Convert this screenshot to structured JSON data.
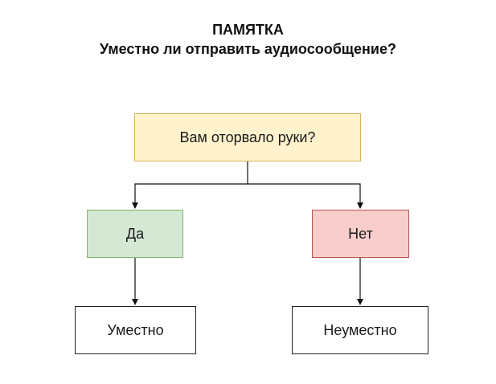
{
  "header": {
    "title": "ПАМЯТКА",
    "subtitle": "Уместно ли отправить аудиосообщение?"
  },
  "flowchart": {
    "question": "Вам оторвало руки?",
    "yes": "Да",
    "no": "Нет",
    "yes_result": "Уместно",
    "no_result": "Неуместно"
  },
  "colors": {
    "question_fill": "#fff2cc",
    "question_border": "#d6b656",
    "yes_fill": "#d5e8d4",
    "yes_border": "#82b366",
    "no_fill": "#f8cecc",
    "no_border": "#b85450",
    "line": "#111111"
  }
}
